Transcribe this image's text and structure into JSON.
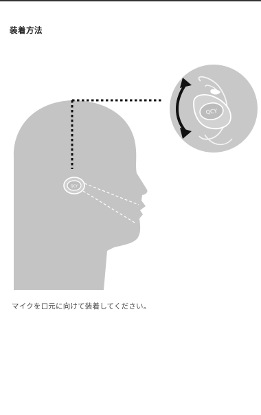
{
  "header": {
    "title": "装着方法"
  },
  "illustration": {
    "earbud_logo": "QCY",
    "head_color": "#c4c4c4",
    "zoom_circle_color": "#c8c8c8",
    "arrow_color": "#111111"
  },
  "instructions": {
    "text": "マイクを口元に向けて装着してください。"
  }
}
